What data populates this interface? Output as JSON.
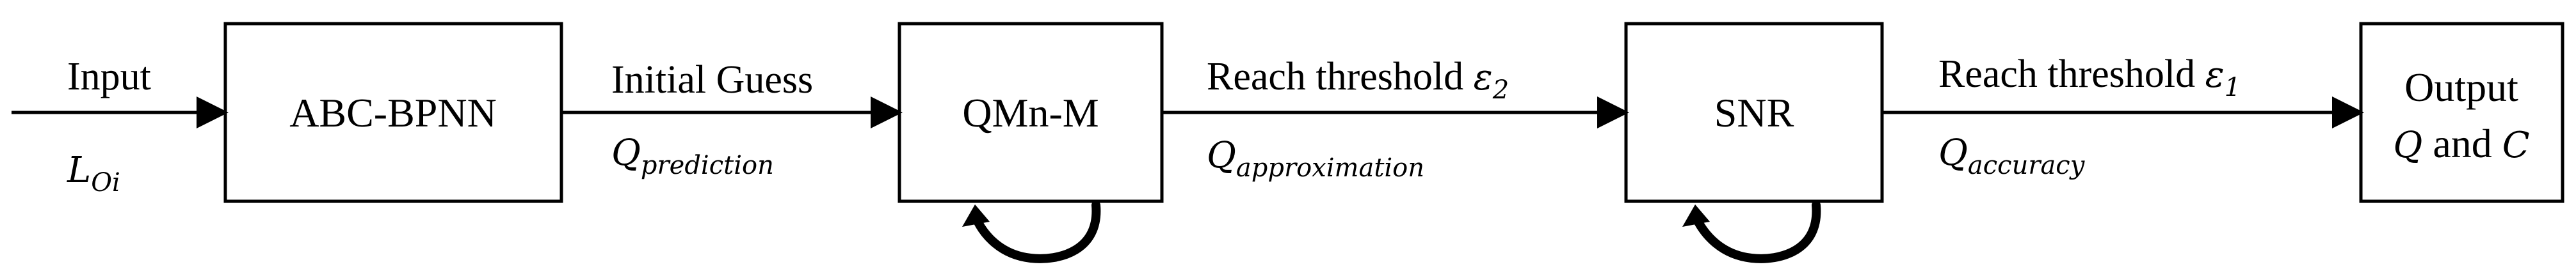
{
  "nodes": {
    "abc_bpnn": "ABC-BPNN",
    "qmn_m": "QMn-M",
    "snr": "SNR",
    "output": {
      "line1": "Output",
      "line2_q": "Q",
      "line2_and": " and ",
      "line2_c": "C"
    }
  },
  "edges": {
    "input": {
      "label": "Input",
      "math_base": "L",
      "math_sub": "Oi"
    },
    "initial_guess": {
      "label": "Initial Guess",
      "math_base": "Q",
      "math_sub": "prediction"
    },
    "threshold_2": {
      "label": "Reach threshold ",
      "symbol": "ε",
      "symbol_sub": "2",
      "math_base": "Q",
      "math_sub": "approximation"
    },
    "threshold_1": {
      "label": "Reach threshold ",
      "symbol": "ε",
      "symbol_sub": "1",
      "math_base": "Q",
      "math_sub": "accuracy"
    }
  }
}
